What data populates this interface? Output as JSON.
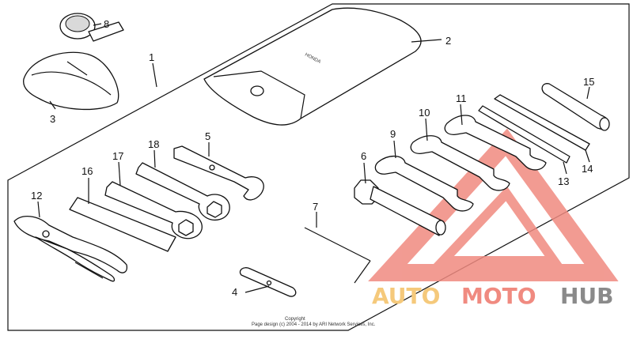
{
  "callouts": [
    "1",
    "2",
    "3",
    "4",
    "5",
    "6",
    "7",
    "8",
    "9",
    "10",
    "11",
    "12",
    "13",
    "14",
    "15",
    "16",
    "17",
    "18"
  ],
  "copyright": {
    "line1": "Copyright",
    "line2": "Page design (c) 2004 - 2014 by ARI Network Services, Inc."
  },
  "watermark": {
    "auto": "AUTO",
    "moto": "MOTO",
    "hub": "HUB",
    "colors": {
      "auto": "#f5c97b",
      "moto": "#f08a80",
      "hub": "#8a8a8a",
      "triangle": "#f08a80"
    }
  }
}
